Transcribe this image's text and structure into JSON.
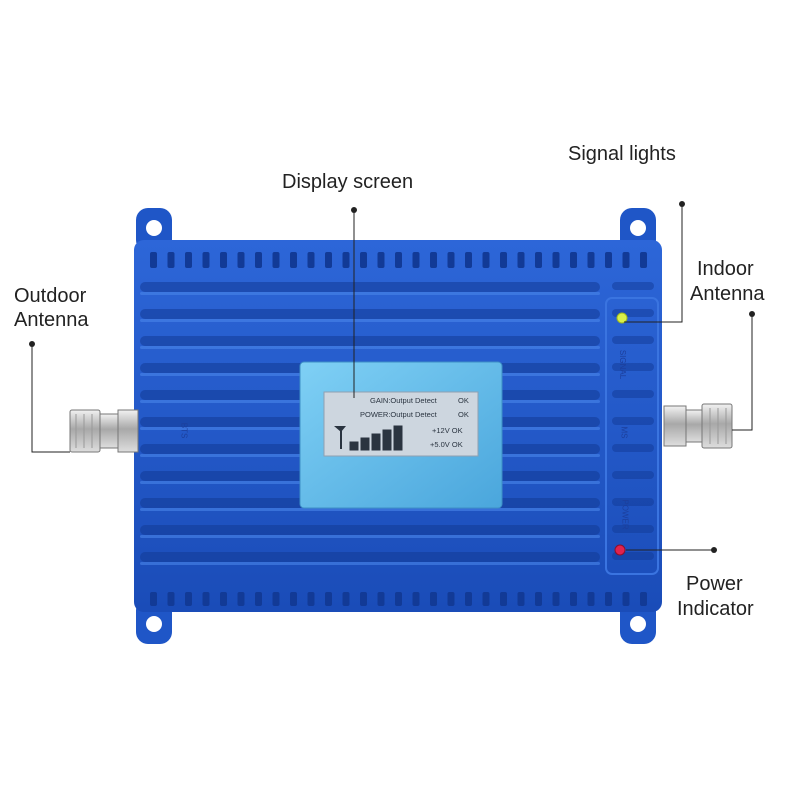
{
  "callouts": {
    "signal_lights": "Signal lights",
    "display_screen": "Display screen",
    "indoor_antenna_line1": "Indoor",
    "indoor_antenna_line2": "Antenna",
    "outdoor_antenna_line1": "Outdoor",
    "outdoor_antenna_line2": "Antenna",
    "power_indicator_line1": "Power",
    "power_indicator_line2": "Indicator"
  },
  "lcd": {
    "row1_label": "GAIN:Output Detect",
    "row1_status": "OK",
    "row2_label": "POWER:Output Detect",
    "row2_status": "OK",
    "row3": "+12V OK",
    "row4": "+5.0V OK",
    "signal_bars_total": 5,
    "signal_bars_filled": 5
  },
  "device_markings": {
    "bts": "BTS",
    "ms": "MS",
    "signal": "SIGNAL",
    "power": "POWER"
  },
  "colors": {
    "body": "#1f56c7",
    "body_dark": "#123a96",
    "body_light": "#3a74e0",
    "lcd_frame": "#5bb8e8",
    "lcd_screen": "#cdd6df",
    "signal_led": "#d8f04a",
    "power_led": "#e0224e"
  }
}
